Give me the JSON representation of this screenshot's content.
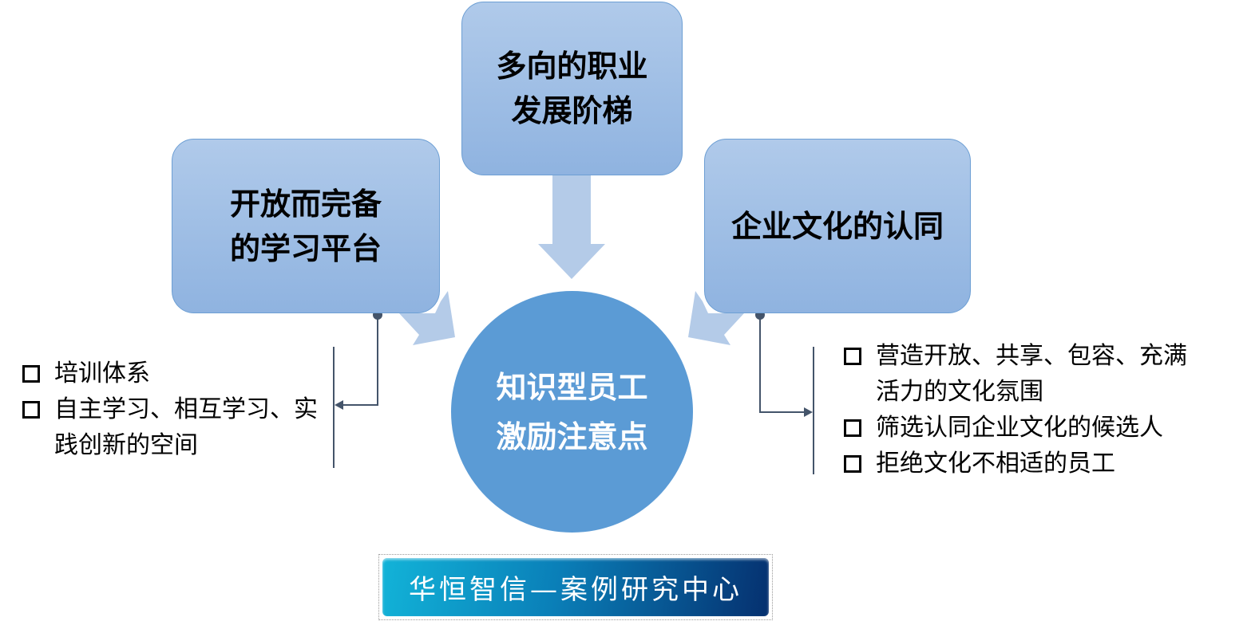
{
  "top_box": {
    "line1": "多向的职业",
    "line2": "发展阶梯"
  },
  "left_box": {
    "line1": "开放而完备",
    "line2": "的学习平台"
  },
  "right_box": {
    "line1": "企业文化的认同"
  },
  "center": {
    "line1": "知识型员工",
    "line2": "激励注意点"
  },
  "left_list": [
    "培训体系",
    "自主学习、相互学习、实践创新的空间"
  ],
  "right_list": [
    "营造开放、共享、包容、充满活力的文化氛围",
    "筛选认同企业文化的候选人",
    "拒绝文化不相适的员工"
  ],
  "banner": "华恒智信—案例研究中心",
  "colors": {
    "box": "#9dbde6",
    "arrow": "#b4cbe8",
    "circle": "#5b9bd5",
    "connector": "#44546a"
  }
}
